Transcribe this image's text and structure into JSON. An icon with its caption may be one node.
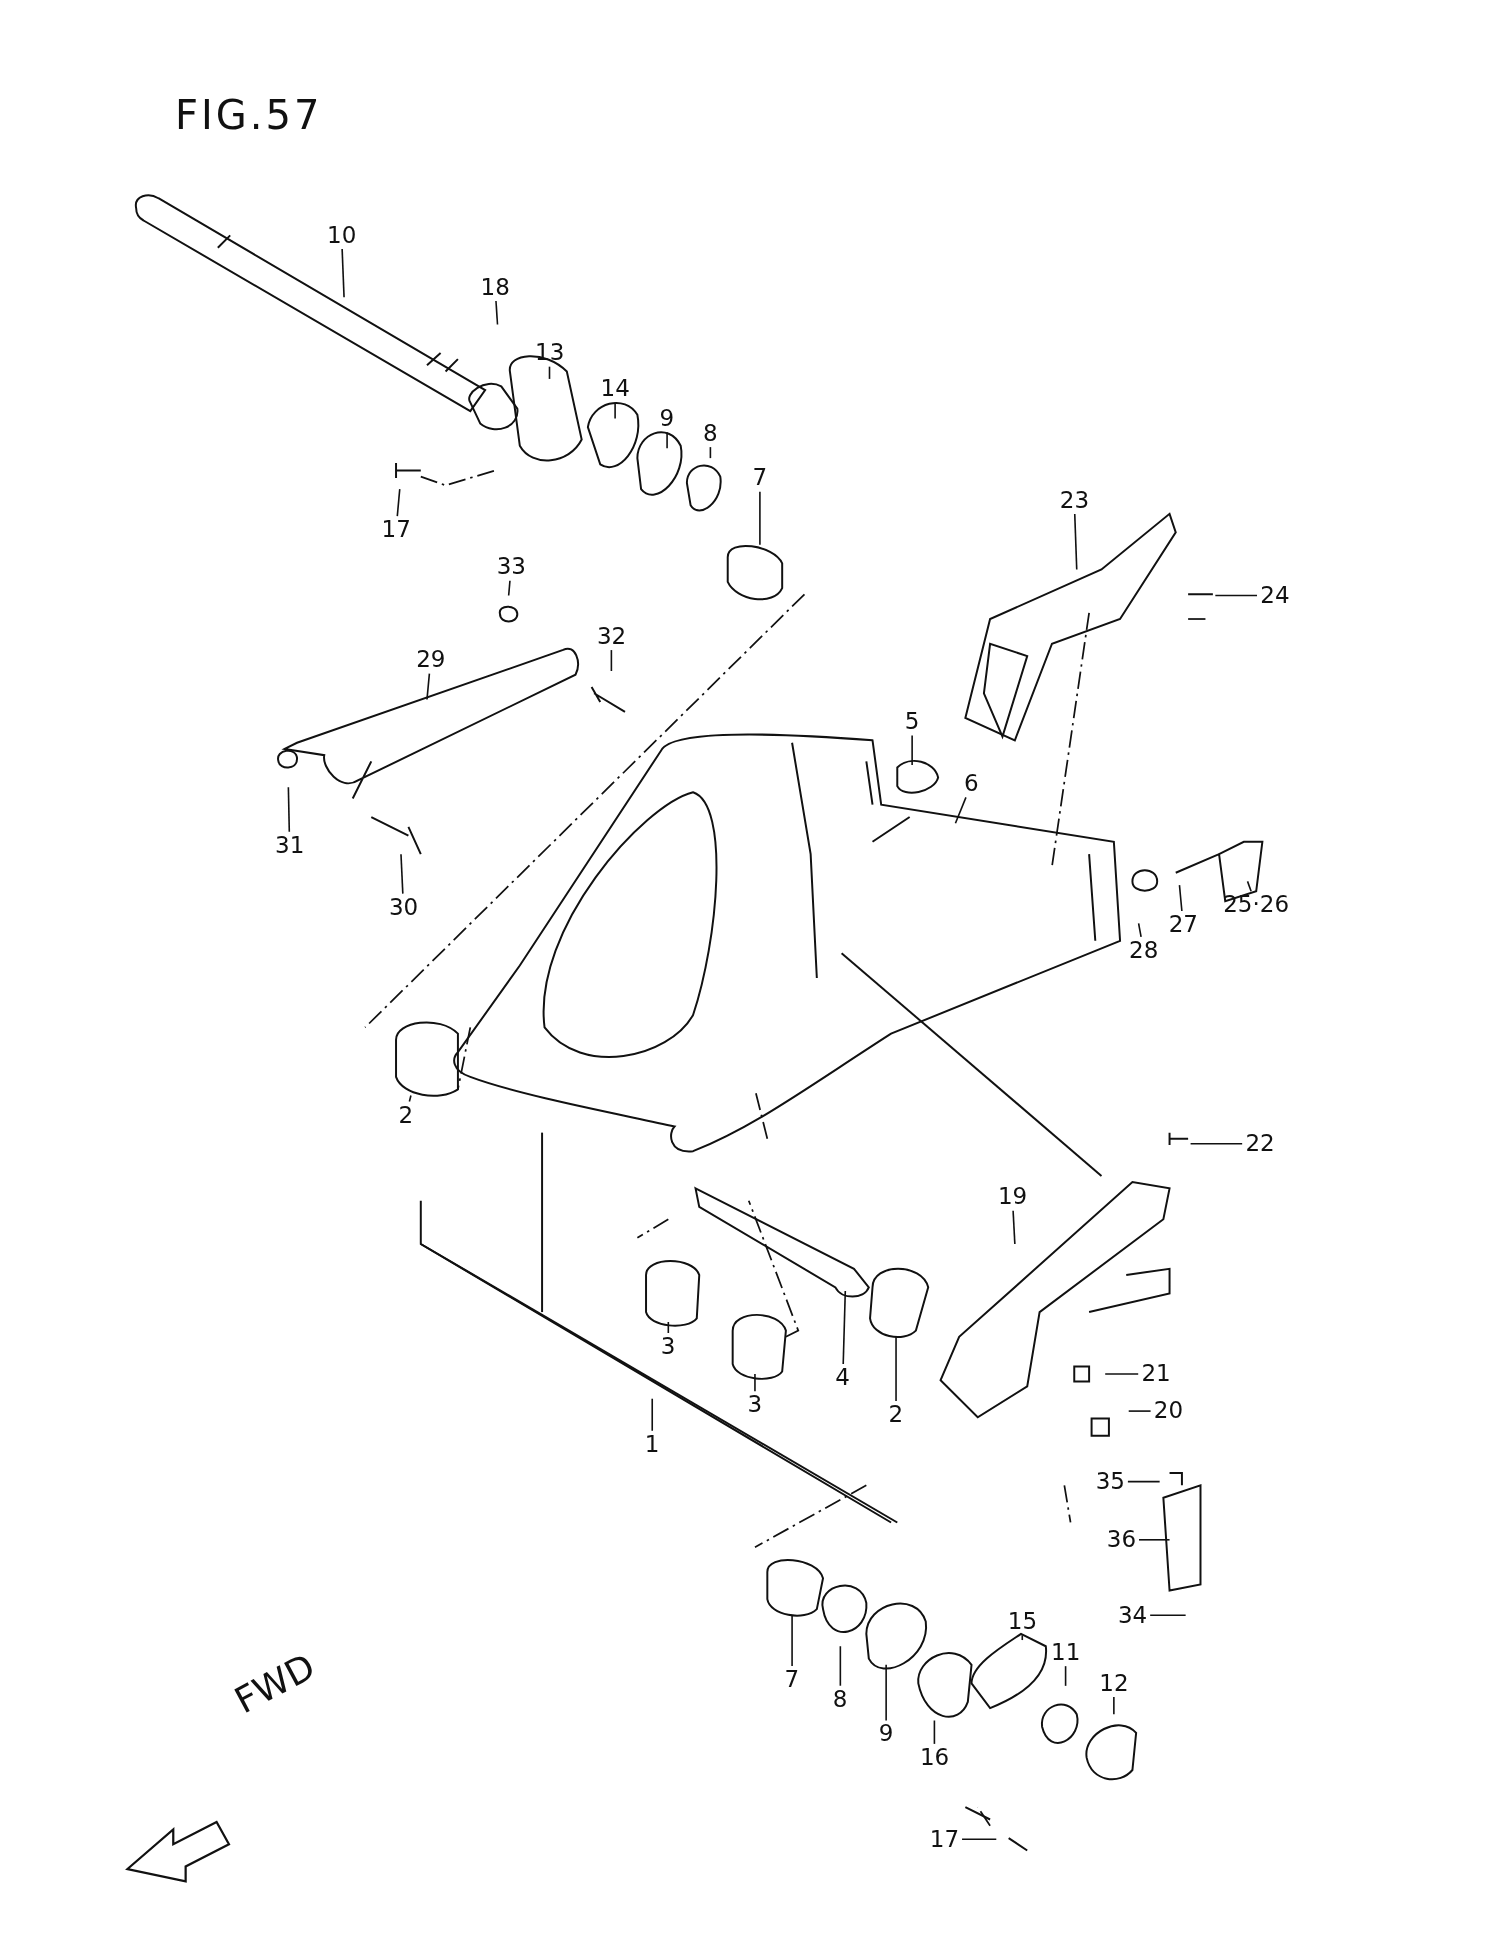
{
  "diagram": {
    "title": "FIG.57",
    "nodes": [
      {
        "text": [
          "10"
        ]
      },
      {
        "text": [
          "18"
        ]
      },
      {
        "text": [
          "13"
        ]
      },
      {
        "text": [
          "14"
        ]
      },
      {
        "text": [
          "9"
        ]
      },
      {
        "text": [
          "8"
        ]
      },
      {
        "text": [
          "7"
        ]
      },
      {
        "text": [
          "17"
        ]
      },
      {
        "text": [
          "33"
        ]
      },
      {
        "text": [
          "32"
        ]
      },
      {
        "text": [
          "29"
        ]
      },
      {
        "text": [
          "23"
        ]
      },
      {
        "text": [
          "24"
        ]
      },
      {
        "text": [
          "5"
        ]
      },
      {
        "text": [
          "6"
        ]
      },
      {
        "text": [
          "31"
        ]
      },
      {
        "text": [
          "30"
        ]
      },
      {
        "text": [
          "25·26"
        ]
      },
      {
        "text": [
          "27"
        ]
      },
      {
        "text": [
          "28"
        ]
      },
      {
        "text": [
          "2"
        ]
      },
      {
        "text": [
          "22"
        ]
      },
      {
        "text": [
          "19"
        ]
      },
      {
        "text": [
          "3"
        ]
      },
      {
        "text": [
          "4"
        ]
      },
      {
        "text": [
          "2"
        ]
      },
      {
        "text": [
          "3"
        ]
      },
      {
        "text": [
          "21"
        ]
      },
      {
        "text": [
          "20"
        ]
      },
      {
        "text": [
          "1"
        ]
      },
      {
        "text": [
          "35"
        ]
      },
      {
        "text": [
          "36"
        ]
      },
      {
        "text": [
          "34"
        ]
      },
      {
        "text": [
          "15"
        ]
      },
      {
        "text": [
          "11"
        ]
      },
      {
        "text": [
          "12"
        ]
      },
      {
        "text": [
          "7"
        ]
      },
      {
        "text": [
          "8"
        ]
      },
      {
        "text": [
          "9"
        ]
      },
      {
        "text": [
          "16"
        ]
      },
      {
        "text": [
          "17"
        ]
      }
    ],
    "edges": [
      {
        "from": 0,
        "to": null,
        "arrow": "none"
      },
      {
        "from": 1,
        "to": null,
        "arrow": "none"
      },
      {
        "from": 2,
        "to": null,
        "arrow": "none"
      },
      {
        "from": 3,
        "to": null,
        "arrow": "none"
      },
      {
        "from": 4,
        "to": null,
        "arrow": "none"
      },
      {
        "from": 5,
        "to": null,
        "arrow": "none"
      },
      {
        "from": 6,
        "to": null,
        "arrow": "none"
      },
      {
        "from": 7,
        "to": null,
        "arrow": "none"
      },
      {
        "from": 8,
        "to": null,
        "arrow": "none"
      },
      {
        "from": 9,
        "to": null,
        "arrow": "none"
      },
      {
        "from": 10,
        "to": null,
        "arrow": "none"
      },
      {
        "from": 11,
        "to": null,
        "arrow": "none"
      },
      {
        "from": 12,
        "to": null,
        "arrow": "none"
      },
      {
        "from": 13,
        "to": null,
        "arrow": "none"
      },
      {
        "from": 14,
        "to": null,
        "arrow": "none"
      },
      {
        "from": 15,
        "to": null,
        "arrow": "none"
      },
      {
        "from": 16,
        "to": null,
        "arrow": "none"
      },
      {
        "from": 17,
        "to": null,
        "arrow": "none"
      },
      {
        "from": 18,
        "to": null,
        "arrow": "none"
      },
      {
        "from": 19,
        "to": null,
        "arrow": "none"
      },
      {
        "from": 20,
        "to": null,
        "arrow": "none"
      },
      {
        "from": 21,
        "to": null,
        "arrow": "none"
      },
      {
        "from": 22,
        "to": null,
        "arrow": "none"
      },
      {
        "from": 23,
        "to": null,
        "arrow": "none"
      },
      {
        "from": 24,
        "to": null,
        "arrow": "none"
      },
      {
        "from": 25,
        "to": null,
        "arrow": "none"
      },
      {
        "from": 26,
        "to": null,
        "arrow": "none"
      },
      {
        "from": 27,
        "to": null,
        "arrow": "none"
      },
      {
        "from": 28,
        "to": null,
        "arrow": "none"
      },
      {
        "from": 29,
        "to": null,
        "arrow": "none"
      },
      {
        "from": 30,
        "to": null,
        "arrow": "none"
      },
      {
        "from": 31,
        "to": null,
        "arrow": "none"
      },
      {
        "from": 32,
        "to": null,
        "arrow": "none"
      },
      {
        "from": 33,
        "to": null,
        "arrow": "none"
      },
      {
        "from": 34,
        "to": null,
        "arrow": "none"
      },
      {
        "from": 35,
        "to": null,
        "arrow": "none"
      },
      {
        "from": 36,
        "to": null,
        "arrow": "none"
      },
      {
        "from": 37,
        "to": null,
        "arrow": "none"
      },
      {
        "from": 38,
        "to": null,
        "arrow": "none"
      },
      {
        "from": 39,
        "to": null,
        "arrow": "none"
      },
      {
        "from": 40,
        "to": null,
        "arrow": "none"
      }
    ],
    "labels": [
      "FWD"
    ]
  }
}
